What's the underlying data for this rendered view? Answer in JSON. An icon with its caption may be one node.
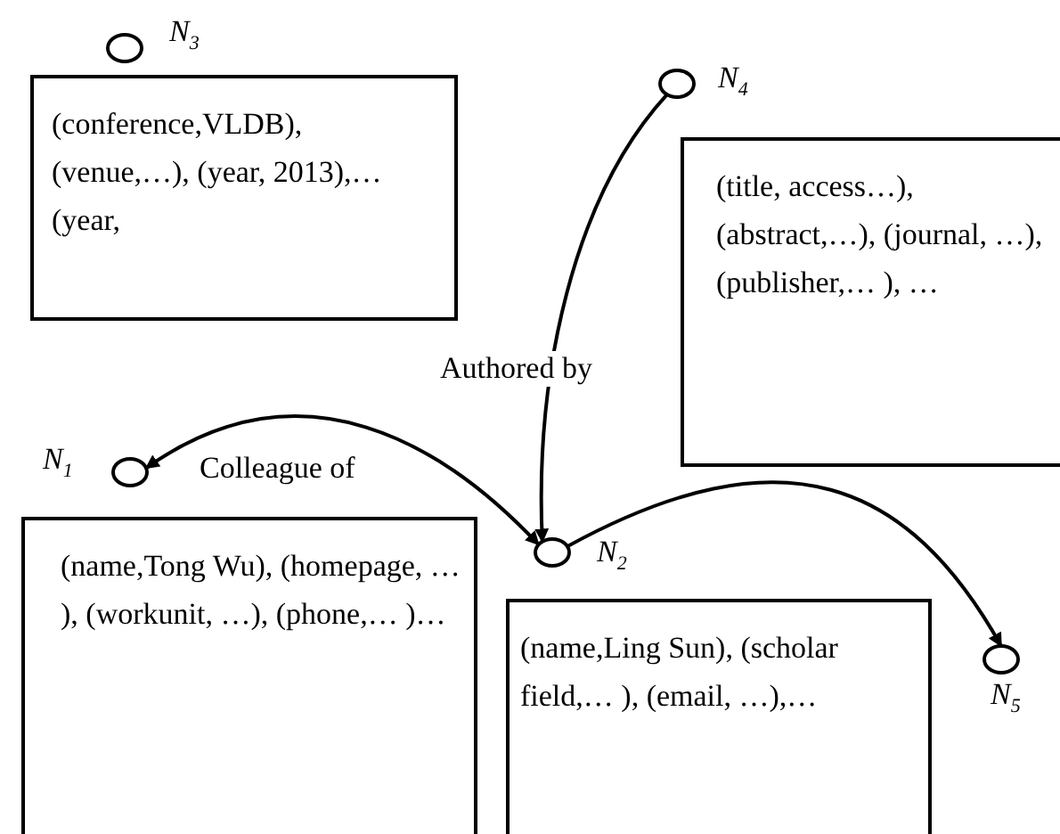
{
  "diagram": {
    "nodes": [
      {
        "text": [],
        "shape": "circle",
        "beside": [
          "N$_{3}$"
        ]
      },
      {
        "text": [
          "(conference,VLDB), (venue,…), (year, 2013),… (year,"
        ]
      },
      {
        "text": [],
        "shape": "circle",
        "beside": [
          "N$_{4}$"
        ]
      },
      {
        "text": [
          "(title, access…), (abstract,…), (journal, …), (publisher,… ), …"
        ]
      },
      {
        "text": [],
        "shape": "circle",
        "beside": [
          "N$_{1}$"
        ]
      },
      {
        "text": [
          "(name,Tong Wu), (homepage, … ), (workunit, …), (phone,… )…"
        ]
      },
      {
        "text": [],
        "shape": "circle",
        "beside": [
          "N$_{2}$"
        ]
      },
      {
        "text": [
          "(name,Ling Sun), (scholar field,… ), (email, …),…"
        ]
      },
      {
        "text": [],
        "shape": "circle",
        "beside": [
          "N$_{5}$"
        ]
      }
    ],
    "edges": [
      {
        "from": 2,
        "to": 6,
        "arrow": "to",
        "label": "Authored by"
      },
      {
        "from": 6,
        "to": 4,
        "arrow": "both",
        "label": "Colleague of"
      },
      {
        "from": 6,
        "to": 8,
        "arrow": "to"
      }
    ]
  }
}
